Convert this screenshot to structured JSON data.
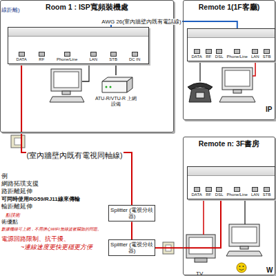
{
  "diagram": {
    "nodes": [
      {
        "text": [
          "Room 1 : ISP寬頻裝機處"
        ]
      },
      {
        "text": [
          "DATA",
          "RF",
          "Phone/Line",
          "LAN",
          "STB",
          "DC IN"
        ],
        "in": 0
      },
      {
        "text": [
          "ATU-R/VTU-R 上網設備"
        ],
        "in": 0
      },
      {
        "text": [
          "Remote 1(1F客廳)"
        ]
      },
      {
        "text": [
          "DATA",
          "RF",
          "DSL",
          "Phone/Line",
          "LAN",
          "STB"
        ],
        "in": 3
      },
      {
        "text": [
          "Splitter (電視分歧器)"
        ]
      },
      {
        "text": [
          "Splitter (電視分歧器)"
        ]
      },
      {
        "text": [
          "Remote n: 3F書房"
        ]
      },
      {
        "text": [
          "DATA",
          "RF",
          "DSL",
          "Phone/Line",
          "LAN",
          "STB"
        ],
        "in": 7
      }
    ],
    "edges": [
      {
        "from": 1,
        "to": 4,
        "label": "AWG 26(室內牆壁內既有電話線)",
        "arrow": "none"
      },
      {
        "from": 1,
        "to": 2,
        "arrow": "none"
      },
      {
        "from": 1,
        "to": 5,
        "label": "(室內牆壁內既有電視同軸線)",
        "arrow": "none"
      },
      {
        "from": 5,
        "to": 6,
        "arrow": "none"
      },
      {
        "from": 6,
        "to": 8,
        "arrow": "none"
      }
    ],
    "labels": [
      "線距離)",
      "例",
      "網路拓璞支援",
      "路距離延伸",
      "可同時使用RG59/RJ11線來傳輸",
      "輸距離延伸",
      "點技術",
      "術優點",
      "數據機線可上網，不用擔心WIFI無線波被竊聽的問題。",
      "電源回路限制、抗干擾、",
      "~連線速度更快更穩更方便",
      "IP",
      "TV",
      "W"
    ]
  }
}
